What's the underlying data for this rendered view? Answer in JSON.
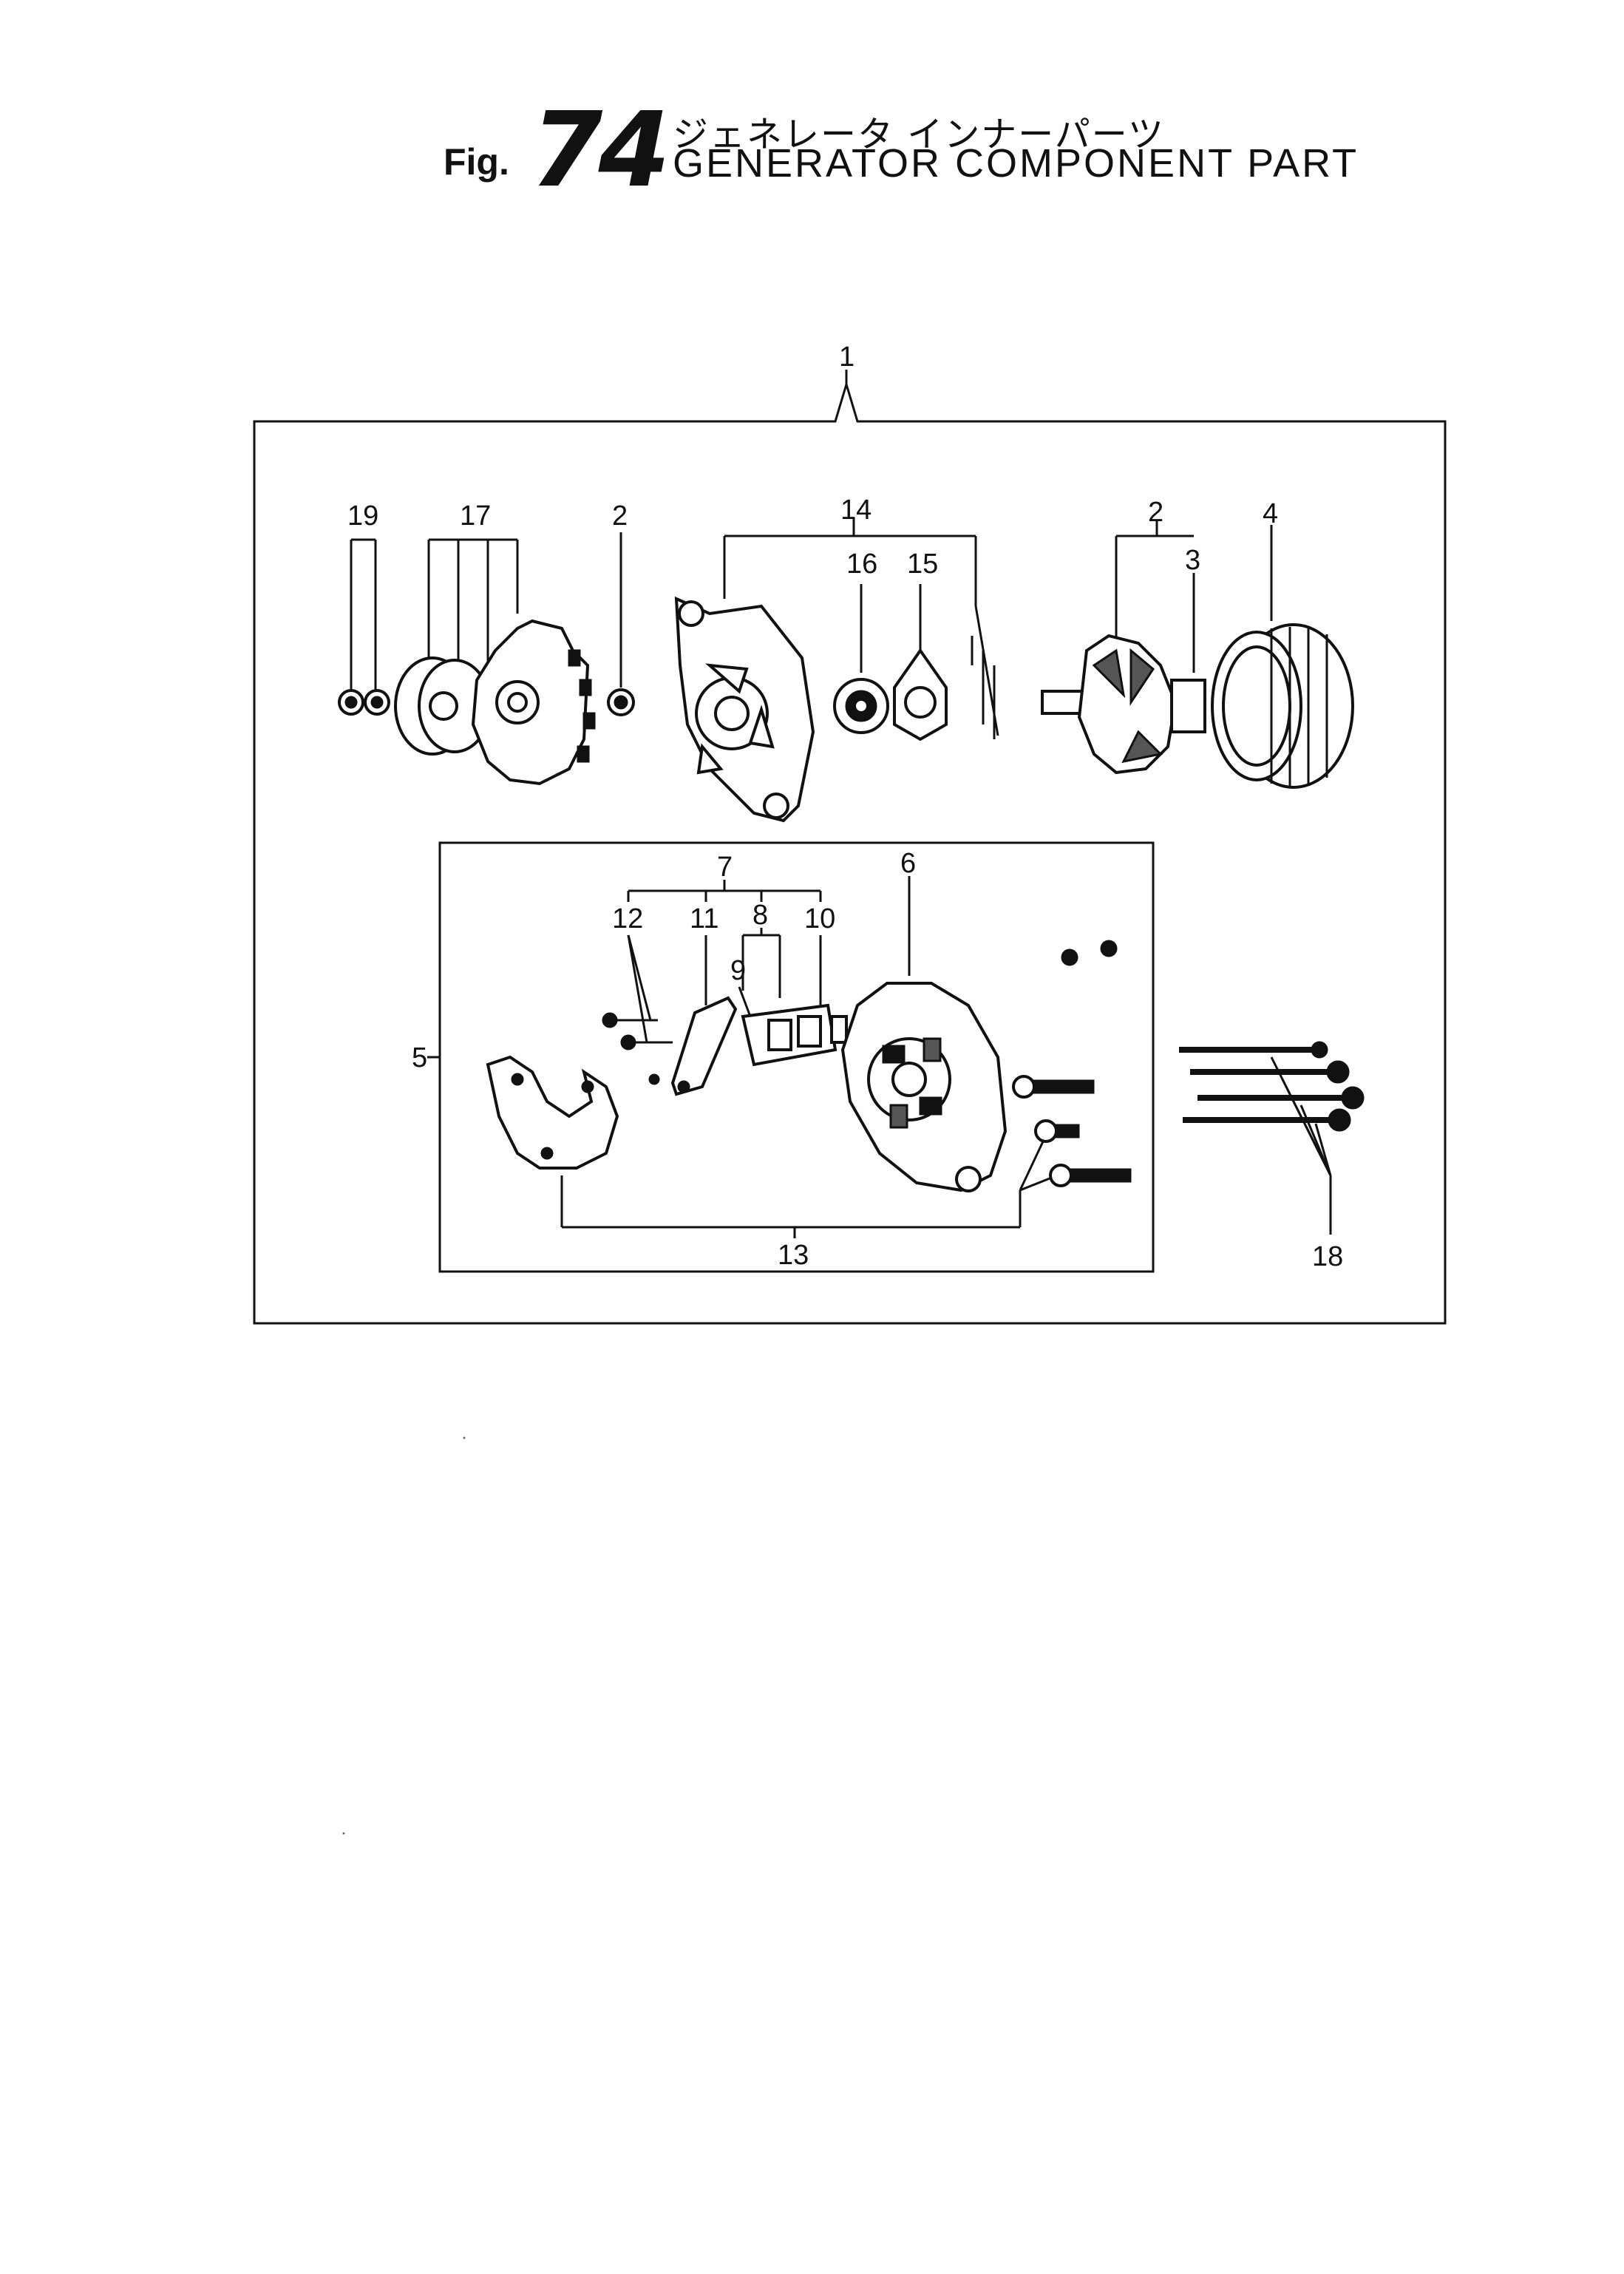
{
  "header": {
    "fig_prefix": "Fig.",
    "fig_number": "74",
    "title_jp": "ジェネレータ インナーパーツ",
    "title_en": "GENERATOR COMPONENT PART"
  },
  "callouts": {
    "c1": "1",
    "c2a": "2",
    "c2b": "2",
    "c3": "3",
    "c4": "4",
    "c5": "5",
    "c6": "6",
    "c7": "7",
    "c8": "8",
    "c9": "9",
    "c10": "10",
    "c11": "11",
    "c12": "12",
    "c13": "13",
    "c14": "14",
    "c15": "15",
    "c16": "16",
    "c17": "17",
    "c18": "18",
    "c19": "19"
  }
}
